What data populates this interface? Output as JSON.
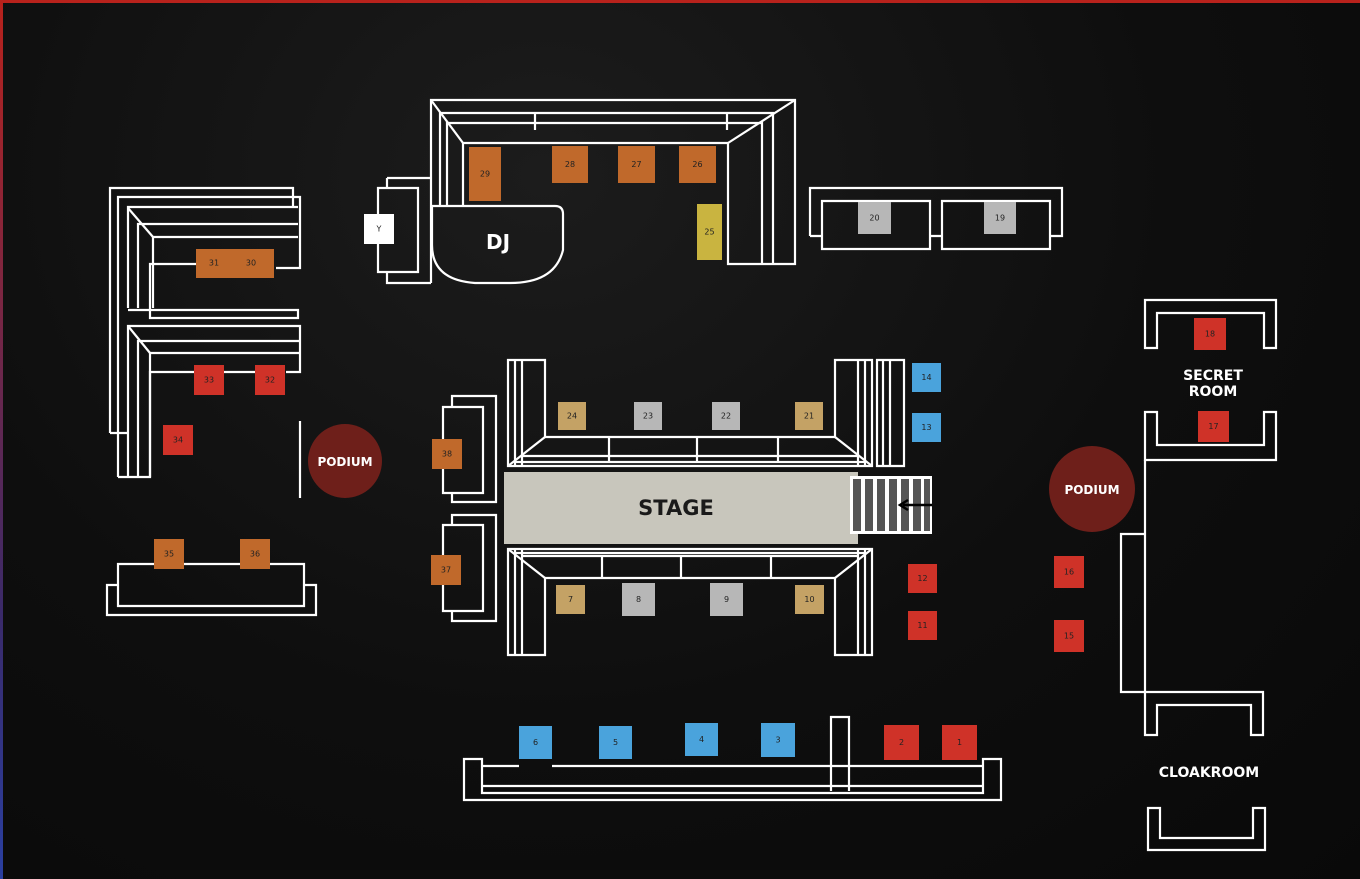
{
  "colors": {
    "orange": "#c0692b",
    "red": "#cf3228",
    "blue": "#4aa3dc",
    "gray": "#b7b7b7",
    "tan": "#c4a265",
    "yellow": "#c9b440",
    "white": "#ffffff",
    "podium": "#6e1f1a",
    "stage": "#c8c6bc"
  },
  "labels": {
    "dj": "DJ",
    "stage": "STAGE",
    "podium_left": "PODIUM",
    "podium_right": "PODIUM",
    "secret_room_line1": "SECRET",
    "secret_room_line2": "ROOM",
    "cloakroom": "CLOAKROOM"
  },
  "tables": {
    "t1": "1",
    "t2": "2",
    "t3": "3",
    "t4": "4",
    "t5": "5",
    "t6": "6",
    "t7": "7",
    "t8": "8",
    "t9": "9",
    "t10": "10",
    "t11": "11",
    "t12": "12",
    "t13": "13",
    "t14": "14",
    "t15": "15",
    "t16": "16",
    "t17": "17",
    "t18": "18",
    "t19": "19",
    "t20": "20",
    "t21": "21",
    "t22": "22",
    "t23": "23",
    "t24": "24",
    "t25": "25",
    "t26": "26",
    "t27": "27",
    "t28": "28",
    "t29": "29",
    "t30": "30",
    "t31": "31",
    "t32": "32",
    "t33": "33",
    "t34": "34",
    "t35": "35",
    "t36": "36",
    "t37": "37",
    "t38": "38",
    "ty": "Y"
  }
}
